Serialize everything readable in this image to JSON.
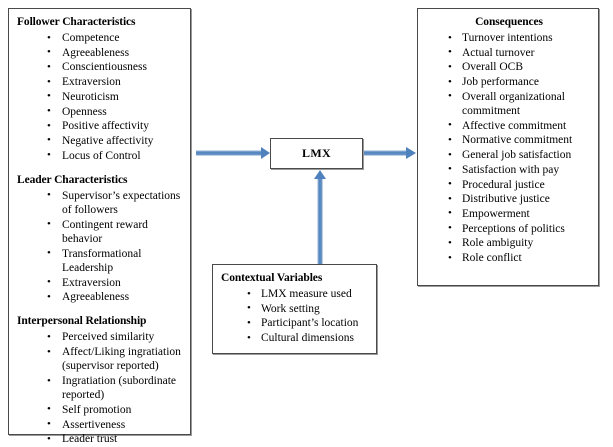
{
  "figure": {
    "type": "conceptual-model-diagram",
    "accent_color": "#4f81bd",
    "border_color": "#4a4a4a",
    "background_color": "#ffffff"
  },
  "antecedents": {
    "groups": [
      {
        "title": "Follower Characteristics",
        "items": [
          "Competence",
          "Agreeableness",
          "Conscientiousness",
          "Extraversion",
          "Neuroticism",
          "Openness",
          "Positive affectivity",
          "Negative affectivity",
          "Locus of Control"
        ]
      },
      {
        "title": "Leader Characteristics",
        "items": [
          "Supervisor’s expectations of followers",
          "Contingent reward behavior",
          "Transformational Leadership",
          "Extraversion",
          "Agreeableness"
        ]
      },
      {
        "title": "Interpersonal Relationship",
        "items": [
          "Perceived similarity",
          "Affect/Liking ingratiation (supervisor reported)",
          "Ingratiation (subordinate reported)",
          "Self promotion",
          "Assertiveness",
          "Leader trust"
        ]
      }
    ]
  },
  "mediator": {
    "label": "LMX"
  },
  "contextual": {
    "title": "Contextual Variables",
    "items": [
      "LMX measure used",
      "Work setting",
      "Participant’s location",
      "Cultural dimensions"
    ]
  },
  "consequences": {
    "title": "Consequences",
    "items": [
      "Turnover intentions",
      "Actual turnover",
      "Overall OCB",
      "Job performance",
      "Overall organizational commitment",
      "Affective commitment",
      "Normative commitment",
      "General job satisfaction",
      "Satisfaction with pay",
      "Procedural justice",
      "Distributive justice",
      "Empowerment",
      "Perceptions of politics",
      "Role ambiguity",
      "Role conflict"
    ]
  },
  "arrows": [
    {
      "name": "antecedents-to-lmx",
      "direction": "right"
    },
    {
      "name": "lmx-to-consequences",
      "direction": "right"
    },
    {
      "name": "contextual-to-lmx",
      "direction": "up"
    }
  ]
}
